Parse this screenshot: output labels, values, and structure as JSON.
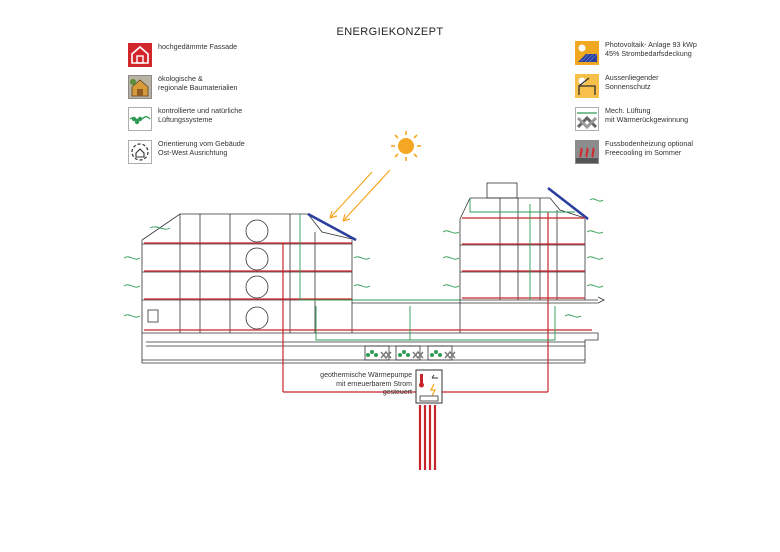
{
  "title": "ENERGIEKONZEPT",
  "legend_left": [
    {
      "icon": "insulated-facade-icon",
      "text": "hochgedämmte Fassade"
    },
    {
      "icon": "ecological-materials-icon",
      "text": "ökologische &\nregionale Baumaterialien"
    },
    {
      "icon": "ventilation-icon",
      "text": "kontrollierte und natürliche\nLüftungssysteme"
    },
    {
      "icon": "orientation-icon",
      "text": "Orientierung vom Gebäude\nOst-West Ausrichtung"
    }
  ],
  "legend_right": [
    {
      "icon": "photovoltaic-icon",
      "text": "Photovoltaik- Anlage 93 kWp\n45% Strombedarfsdeckung"
    },
    {
      "icon": "sun-shading-icon",
      "text": "Aussenliegender\nSonnenschutz"
    },
    {
      "icon": "heat-recovery-icon",
      "text": "Mech. Lüftung\nmit Wärmerückgewinnung"
    },
    {
      "icon": "floor-heating-icon",
      "text": "Fussbodenheizung optional\nFreecooling im Sommer"
    }
  ],
  "heatpump_label": "geothermische Wärmepumpe\nmit erneuerbarem Strom\ngesteuert",
  "colors": {
    "heating": "#c8242c",
    "ventilation": "#2e9a53",
    "solar_panel": "#2a3f9d",
    "sun": "#f5a623",
    "building": "#333333"
  }
}
